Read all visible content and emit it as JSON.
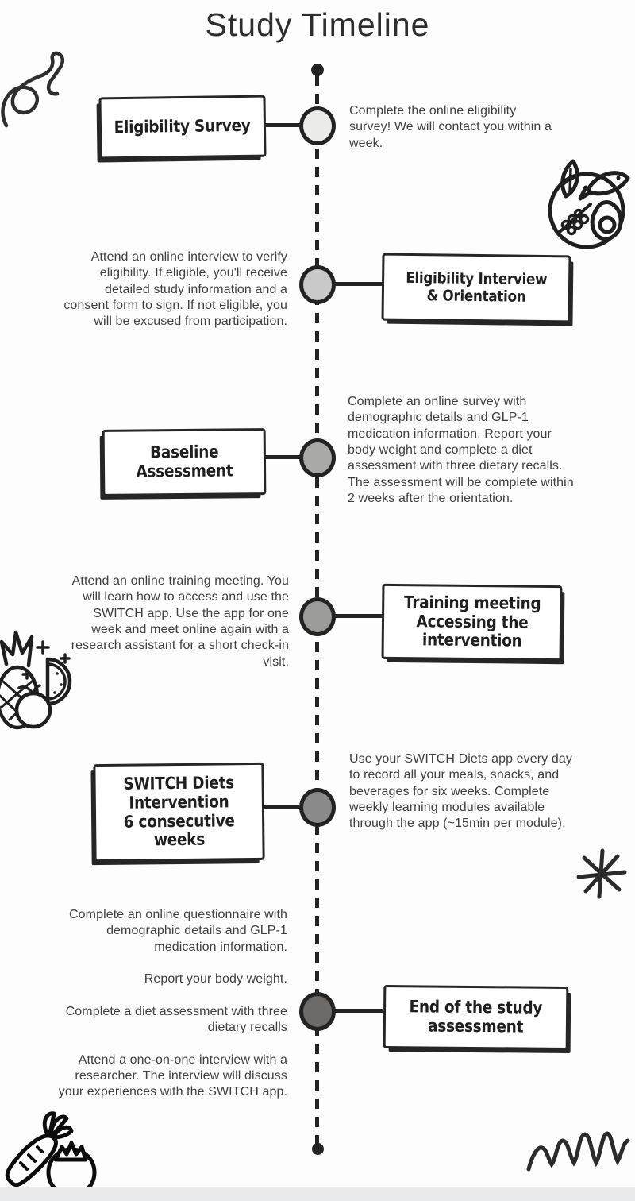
{
  "title": "Study Timeline",
  "colors": {
    "ink": "#262626",
    "text": "#3f3f3f",
    "background": "#fdfdfd",
    "footer_bar": "#e8eaeb"
  },
  "milestones": [
    {
      "label": "Eligibility Survey",
      "description": "Complete the online eligibility survey! We will contact you within a week.",
      "box_side": "left",
      "circle_fill": "#ebebe9"
    },
    {
      "label": "Eligibility Interview\n& Orientation",
      "description": "Attend an online interview to verify eligibility. If eligible, you'll receive detailed study information and a consent form to sign. If not eligible, you will be excused from participation.",
      "box_side": "right",
      "circle_fill": "#c9c9c9"
    },
    {
      "label": "Baseline\nAssessment",
      "description": "Complete an online survey with demographic details and GLP-1 medication information.  Report your body weight and complete a diet assessment with three dietary recalls. The assessment will be complete within 2 weeks after the orientation.",
      "box_side": "left",
      "circle_fill": "#a9a9a7"
    },
    {
      "label": "Training meeting\nAccessing the\nintervention",
      "description": "Attend an online training meeting. You will learn how to access and use the SWITCH app. Use the app for one week and meet online again with a research assistant for a short check-in visit.",
      "box_side": "right",
      "circle_fill": "#9b9b99"
    },
    {
      "label": "SWITCH Diets\nIntervention\n6 consecutive\nweeks",
      "description": "Use your SWITCH Diets app every day to record all your meals, snacks, and beverages for six weeks. Complete weekly learning modules available through the app (~15min per module).",
      "box_side": "left",
      "circle_fill": "#8a8a8a"
    },
    {
      "label": "End of the study\nassessment",
      "description": "Complete an online questionnaire with demographic details and GLP-1 medication information.\n\nReport your body weight.\n\nComplete a diet assessment with three dietary recalls\n\nAttend a one-on-one interview with a researcher. The interview will discuss your experiences with the SWITCH app.",
      "box_side": "right",
      "circle_fill": "#6d6a68"
    }
  ],
  "decorations": [
    {
      "name": "squiggle-doodle-icon"
    },
    {
      "name": "healthy-plate-icon"
    },
    {
      "name": "fruits-icon"
    },
    {
      "name": "asterisk-doodle-icon"
    },
    {
      "name": "carrot-tomato-icon"
    },
    {
      "name": "zigzag-doodle-icon"
    }
  ]
}
